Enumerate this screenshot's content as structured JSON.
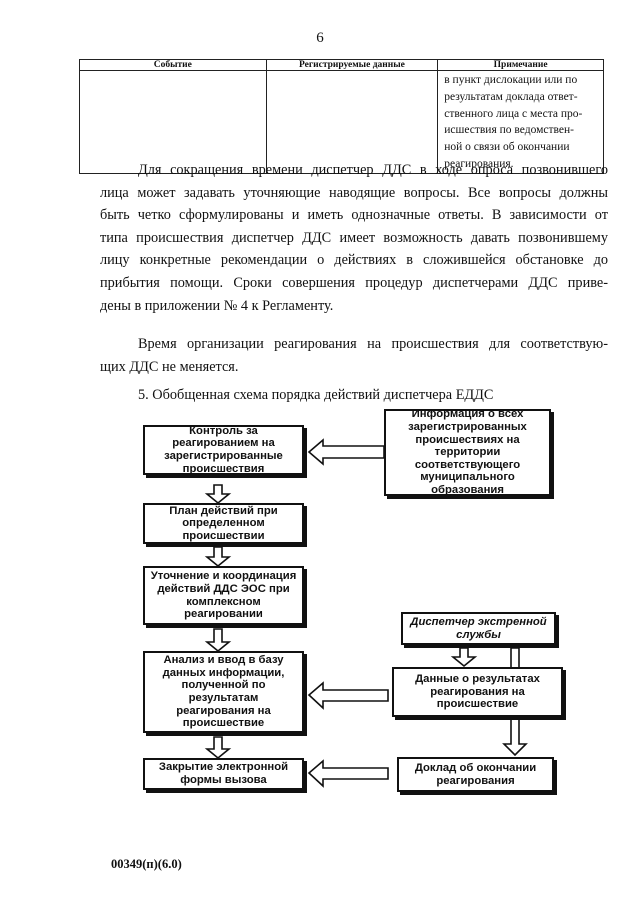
{
  "page_number": "6",
  "table": {
    "headers": [
      "Событие",
      "Регистрируемые данные",
      "Примечание"
    ],
    "row": {
      "event": "",
      "data": "",
      "note_lines": [
        "в пункт дислокации или по",
        "результатам доклада ответ-",
        "ственного лица с места про-",
        "исшествия по ведомствен-",
        "ной о связи об окончании",
        "реагирования."
      ]
    }
  },
  "paragraphs": {
    "p1_lines": [
      "Для сокращения времени диспетчер ДДС в ходе опроса позвонившего",
      "лица может задавать уточняющие наводящие вопросы. Все вопросы должны",
      "быть четко сформулированы и иметь однозначные ответы. В зависимости от",
      "типа происшествия диспетчер ДДС имеет возможность давать позвонившему",
      "лицу конкретные рекомендации о действиях в сложившейся обстановке до",
      "прибытия помощи. Сроки совершения процедур диспетчерами ДДС приве-",
      "дены в приложении № 4 к Регламенту."
    ],
    "p2_lines": [
      "Время организации реагирования на происшествия для соответствую-",
      "щих ДДС не меняется."
    ],
    "heading": "5. Обобщенная схема порядка действий диспетчера ЕДДС"
  },
  "flowchart": {
    "left": {
      "control": "Контроль за реагированием на зарегистрированные происшествия",
      "plan": "План действий при определенном происшествии",
      "coordination": "Уточнение и координация действий ДДС ЭОС при комплексном реагировании",
      "analysis": "Анализ и ввод в базу данных информации, полученной по результатам реагирования на происшествие",
      "close": "Закрытие электронной формы вызова"
    },
    "right": {
      "info": "Информация о всех зарегистрированных происшествиях на территории соответствующего муниципального образования",
      "dispatcher": "Диспетчер экстренной службы",
      "results": "Данные о результатах реагирования на происшествие",
      "report": "Доклад об окончании реагирования"
    }
  },
  "footer": "00349(п)(6.0)"
}
